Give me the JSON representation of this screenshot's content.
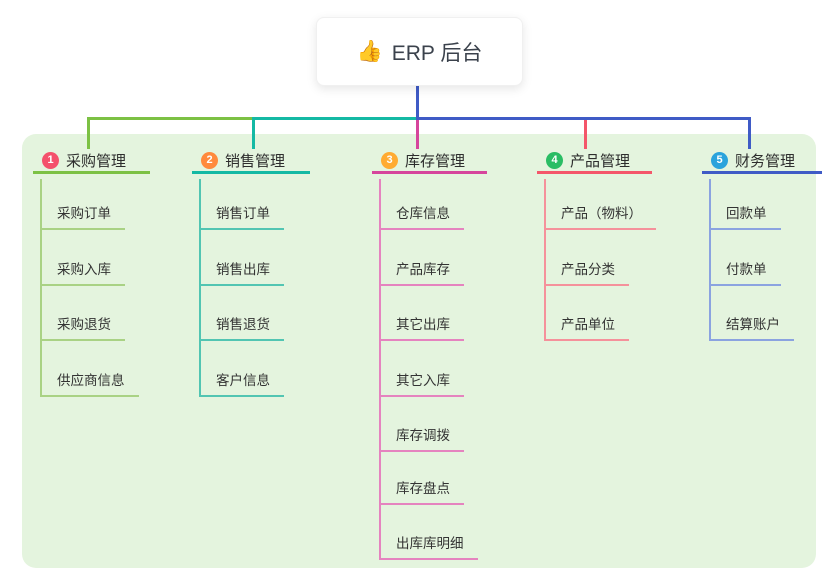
{
  "root": {
    "icon": "👍",
    "label": "ERP 后台"
  },
  "colors": {
    "canvas_bg": "#ffffff",
    "panel_bg": "#e4f4de",
    "stem": "#3f5bc6",
    "text_dark": "#2d2d2d"
  },
  "branches": [
    {
      "badge": "1",
      "title": "采购管理",
      "color": "#7cc144",
      "child_color": "#a9d284",
      "badge_color": "#f4516c",
      "children": [
        "采购订单",
        "采购入库",
        "采购退货",
        "供应商信息"
      ]
    },
    {
      "badge": "2",
      "title": "销售管理",
      "color": "#14b9a4",
      "child_color": "#52c5b2",
      "badge_color": "#ff8a3d",
      "children": [
        "销售订单",
        "销售出库",
        "销售退货",
        "客户信息"
      ]
    },
    {
      "badge": "3",
      "title": "库存管理",
      "color": "#d6459c",
      "child_color": "#e583bf",
      "badge_color": "#ffab32",
      "children": [
        "仓库信息",
        "产品库存",
        "其它出库",
        "其它入库",
        "库存调拨",
        "库存盘点",
        "出库库明细"
      ]
    },
    {
      "badge": "4",
      "title": "产品管理",
      "color": "#f4566a",
      "child_color": "#f5919b",
      "badge_color": "#2abd64",
      "children": [
        "产品（物料）",
        "产品分类",
        "产品单位"
      ]
    },
    {
      "badge": "5",
      "title": "财务管理",
      "color": "#3f5bc6",
      "child_color": "#8ba3e0",
      "badge_color": "#2aa3dc",
      "children": [
        "回款单",
        "付款单",
        "结算账户"
      ]
    }
  ]
}
